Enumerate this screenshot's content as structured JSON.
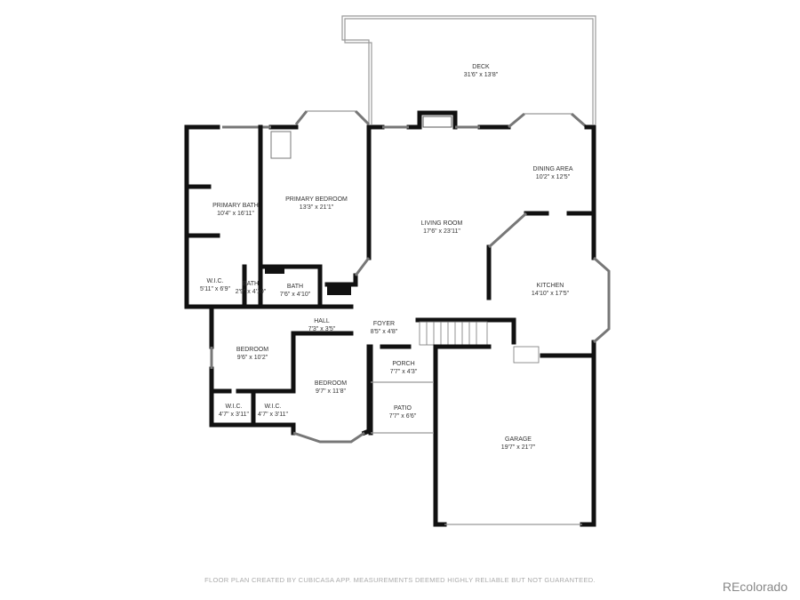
{
  "rooms": {
    "deck": {
      "name": "DECK",
      "size": "31'6\" x 13'8\""
    },
    "dining": {
      "name": "DINING AREA",
      "size": "10'2\" x 12'5\""
    },
    "living": {
      "name": "LIVING ROOM",
      "size": "17'6\" x 23'11\""
    },
    "kitchen": {
      "name": "KITCHEN",
      "size": "14'10\" x 17'5\""
    },
    "primary_bedroom": {
      "name": "PRIMARY BEDROOM",
      "size": "13'3\" x 21'1\""
    },
    "primary_bath": {
      "name": "PRIMARY BATH",
      "size": "10'4\" x 16'11\""
    },
    "wic1": {
      "name": "W.I.C.",
      "size": "5'11\" x 6'9\""
    },
    "bath1": {
      "name": "BATH",
      "size": "2'9\" x 4'10\""
    },
    "bath2": {
      "name": "BATH",
      "size": "7'6\" x 4'10\""
    },
    "hall": {
      "name": "HALL",
      "size": "7'3\" x 3'5\""
    },
    "foyer": {
      "name": "FOYER",
      "size": "8'5\" x 4'8\""
    },
    "bedroom1": {
      "name": "BEDROOM",
      "size": "9'6\" x 10'2\""
    },
    "bedroom2": {
      "name": "BEDROOM",
      "size": "9'7\" x 11'8\""
    },
    "wic2": {
      "name": "W.I.C.",
      "size": "4'7\" x 3'11\""
    },
    "wic3": {
      "name": "W.I.C.",
      "size": "4'7\" x 3'11\""
    },
    "porch": {
      "name": "PORCH",
      "size": "7'7\" x 4'3\""
    },
    "patio": {
      "name": "PATIO",
      "size": "7'7\" x 6'6\""
    },
    "garage": {
      "name": "GARAGE",
      "size": "19'7\" x 21'7\""
    }
  },
  "footer": {
    "disclaimer": "FLOOR PLAN CREATED BY CUBICASA APP. MEASUREMENTS DEEMED HIGHLY RELIABLE BUT NOT GUARANTEED.",
    "brand": "REcolorado"
  }
}
